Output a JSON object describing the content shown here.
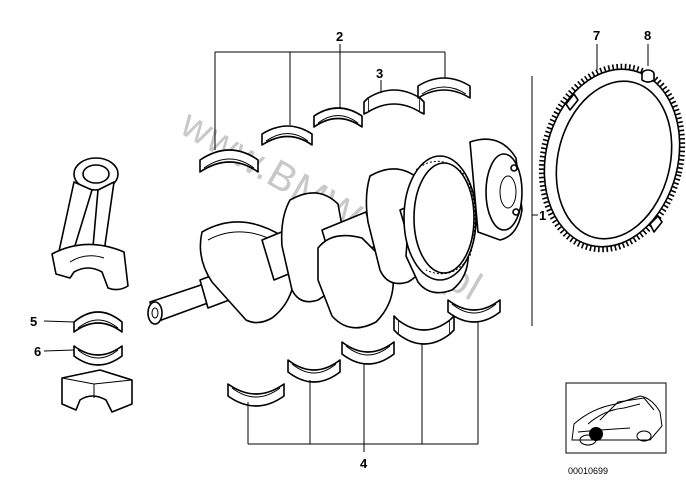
{
  "watermark": "www.BMWstore.pl",
  "callouts": {
    "c1": "1",
    "c2": "2",
    "c3": "3",
    "c4": "4",
    "c5": "5",
    "c6": "6",
    "c7": "7",
    "c8": "8"
  },
  "thumbnail": {
    "reference_number": "00010699"
  }
}
